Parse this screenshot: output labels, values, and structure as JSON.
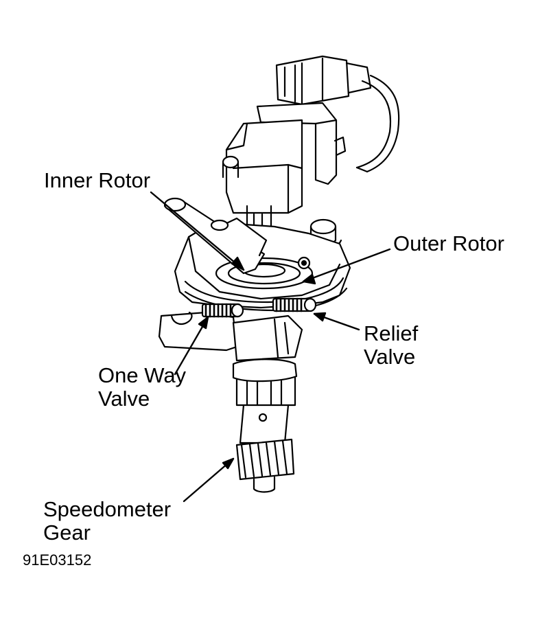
{
  "labels": {
    "inner_rotor": "Inner Rotor",
    "outer_rotor": "Outer Rotor",
    "relief_valve_1": "Relief",
    "relief_valve_2": "Valve",
    "one_way_valve_1": "One Way",
    "one_way_valve_2": "Valve",
    "speedometer_gear_1": "Speedometer",
    "speedometer_gear_2": "Gear"
  },
  "figure_code": "91E03152"
}
